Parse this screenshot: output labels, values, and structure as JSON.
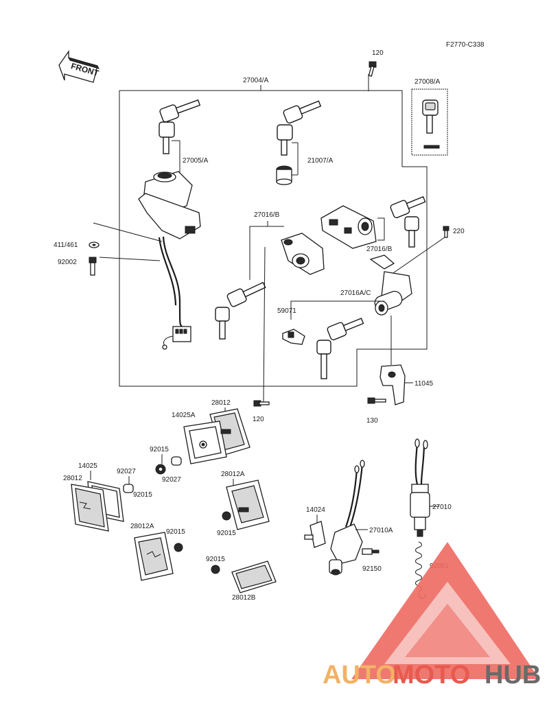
{
  "diagram_code": "F2770-C338",
  "front_label": "FRONT",
  "parts": {
    "p120_top": "120",
    "p27004": "27004/A",
    "p27008": "27008/A",
    "p27005": "27005/A",
    "p21007": "21007/A",
    "p27016b_top": "27016/B",
    "p27016b_right": "27016/B",
    "p220": "220",
    "p411": "411/461",
    "p92002": "92002",
    "p27016ac": "27016A/C",
    "p59071": "59071",
    "p11045": "11045",
    "p120_bottom": "120",
    "p130": "130",
    "p28012_top": "28012",
    "p14025a": "14025A",
    "p92015_a": "92015",
    "p14025": "14025",
    "p92027_a": "92027",
    "p92027_b": "92027",
    "p28012_left": "28012",
    "p92015_b": "92015",
    "p28012a_top": "28012A",
    "p92015_c": "92015",
    "p28012a_bottom": "28012A",
    "p92015_d": "92015",
    "p92015_e": "92015",
    "p28012b": "28012B",
    "p14024": "14024",
    "p27010a": "27010A",
    "p92150": "92150",
    "p27010": "27010",
    "p92081": "92081"
  },
  "watermark": {
    "part1": "AUTO",
    "part2": "MOTO",
    "part3": "HUB"
  }
}
